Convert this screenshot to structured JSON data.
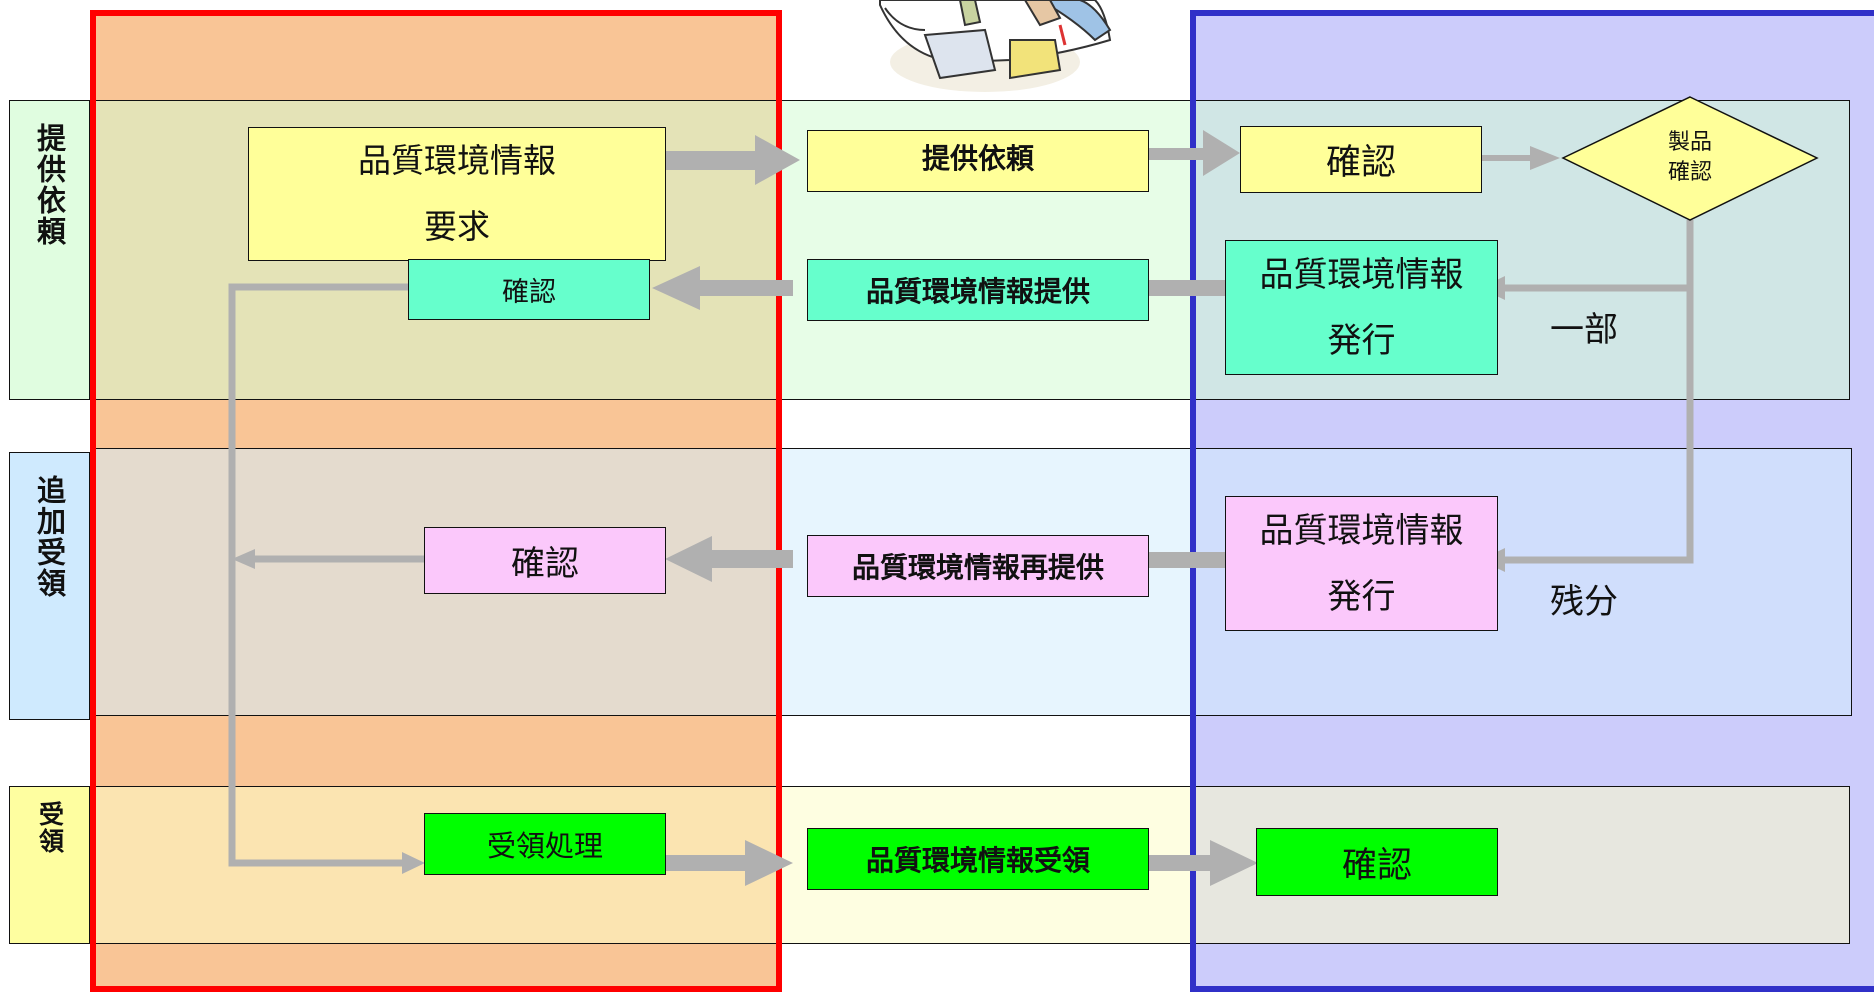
{
  "lanes": {
    "request": "提供依頼",
    "additional": "追加受領",
    "receipt": "受領"
  },
  "nodes": {
    "request_info_line1": "品質環境情報",
    "request_info_line2": "要求",
    "provide_request": "提供依頼",
    "confirm_top_right": "確認",
    "product_check_line1": "製品",
    "product_check_line2": "確認",
    "confirm_teal": "確認",
    "info_provide": "品質環境情報提供",
    "issue_teal_line1": "品質環境情報",
    "issue_teal_line2": "発行",
    "partial_label": "一部",
    "confirm_pink": "確認",
    "info_reprovide": "品質環境情報再提供",
    "issue_pink_line1": "品質環境情報",
    "issue_pink_line2": "発行",
    "remainder_label": "残分",
    "receipt_processing": "受領処理",
    "info_received": "品質環境情報受領",
    "confirm_green": "確認"
  },
  "colors": {
    "left_column_fill": "#f9a55f",
    "left_column_border": "#ff0000",
    "right_column_fill": "#9a9cf7",
    "right_column_border": "#3030c8",
    "lane_request_bg": "#e4fde4",
    "lane_additional_bg": "#e4f3fe",
    "lane_receipt_bg": "#fefed3",
    "label_request_bg": "#e0fde0",
    "label_additional_bg": "#cfeafe",
    "label_receipt_bg": "#fefea0",
    "box_yellow": "#ffff99",
    "box_teal": "#66ffcc",
    "box_pink": "#fbc8fb",
    "box_green": "#00ff00",
    "arrow_gray": "#b0b0b0"
  }
}
